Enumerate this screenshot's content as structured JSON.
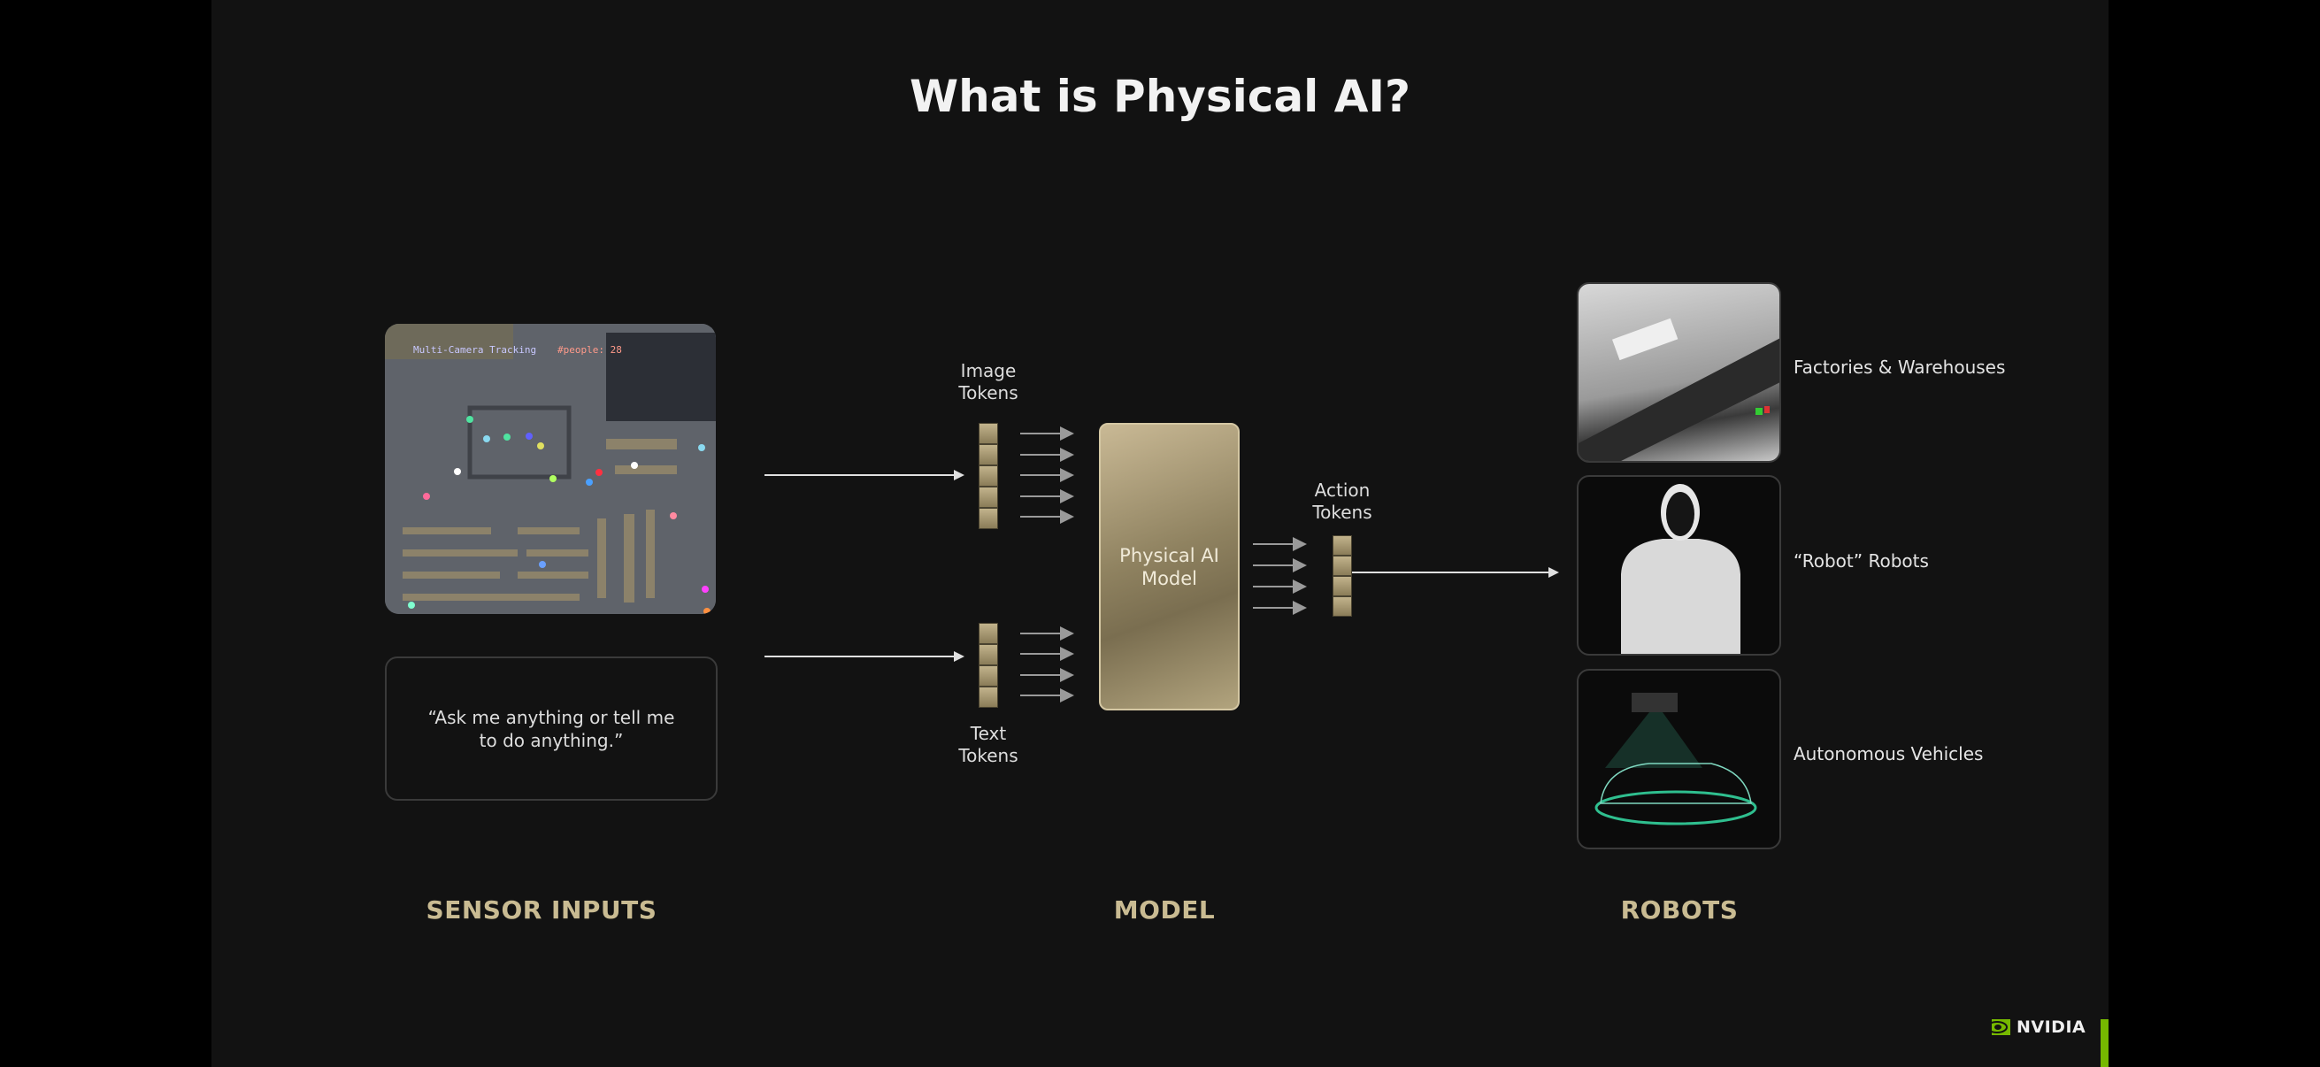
{
  "slide": {
    "title": "What is Physical AI?",
    "sensor_inputs": {
      "image_overlay_title": "Multi-Camera Tracking",
      "image_overlay_count": "#people: 28",
      "text_prompt_line1": "“Ask me anything or tell me",
      "text_prompt_line2": "to do anything.”"
    },
    "tokens": {
      "image_tokens_line1": "Image",
      "image_tokens_line2": "Tokens",
      "text_tokens_line1": "Text",
      "text_tokens_line2": "Tokens",
      "action_tokens_line1": "Action",
      "action_tokens_line2": "Tokens"
    },
    "model": {
      "line1": "Physical AI",
      "line2": "Model"
    },
    "robots": [
      {
        "label": "Factories & Warehouses"
      },
      {
        "label": "“Robot” Robots"
      },
      {
        "label": "Autonomous Vehicles"
      }
    ],
    "sections": {
      "sensor_inputs": "SENSOR INPUTS",
      "model": "MODEL",
      "robots": "ROBOTS"
    },
    "logo": "NVIDIA",
    "colors": {
      "accent_gold": "#c9bb92",
      "nvidia_green": "#76b900",
      "background": "#121212"
    }
  }
}
